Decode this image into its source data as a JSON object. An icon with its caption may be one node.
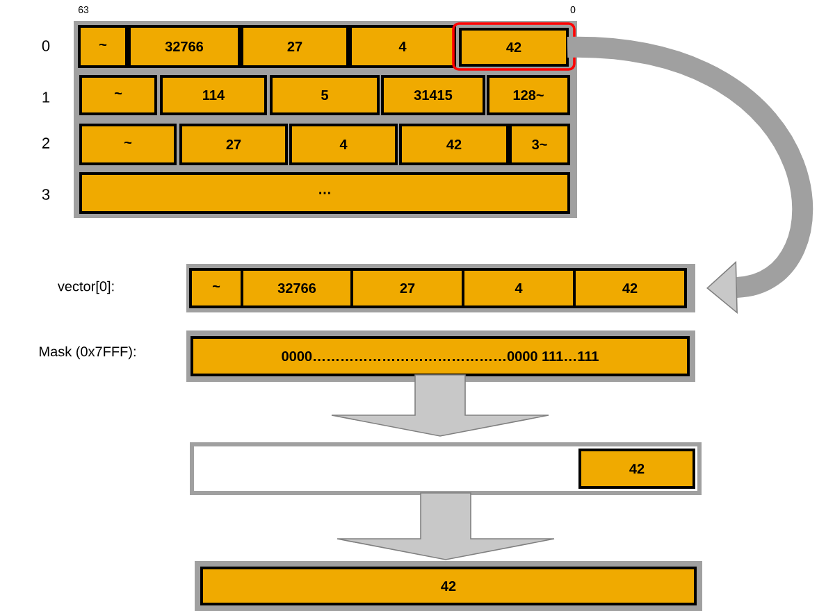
{
  "diagram": {
    "nodes": [
      {
        "text": [],
        "shape": "box"
      },
      {
        "text": [
          "~"
        ],
        "in": 0
      },
      {
        "text": [
          "32766"
        ],
        "in": 0
      },
      {
        "text": [
          "27"
        ],
        "in": 0
      },
      {
        "text": [
          "4"
        ],
        "in": 0
      },
      {
        "text": [
          "42"
        ],
        "in": 0
      },
      {
        "text": [
          "~"
        ],
        "in": 0
      },
      {
        "text": [
          "114"
        ],
        "in": 0
      },
      {
        "text": [
          "5"
        ],
        "in": 0
      },
      {
        "text": [
          "31415"
        ],
        "in": 0
      },
      {
        "text": [
          "128~"
        ],
        "in": 0
      },
      {
        "text": [
          "~"
        ],
        "in": 0
      },
      {
        "text": [
          "27"
        ],
        "in": 0
      },
      {
        "text": [
          "4"
        ],
        "in": 0
      },
      {
        "text": [
          "42"
        ],
        "in": 0
      },
      {
        "text": [
          "3~"
        ],
        "in": 0
      },
      {
        "text": [
          "…"
        ],
        "in": 0
      },
      {
        "text": [],
        "shape": "box"
      },
      {
        "text": [
          "~"
        ],
        "in": 17
      },
      {
        "text": [
          "32766"
        ],
        "in": 17
      },
      {
        "text": [
          "27"
        ],
        "in": 17
      },
      {
        "text": [
          "4"
        ],
        "in": 17
      },
      {
        "text": [
          "42"
        ],
        "in": 17
      },
      {
        "text": [
          "0000……………………………………0000 111…111"
        ]
      },
      {
        "text": [],
        "shape": "box"
      },
      {
        "text": [
          "42"
        ],
        "in": 24
      },
      {
        "text": [
          "42"
        ]
      }
    ],
    "edges": [
      {
        "from": 5,
        "to": 17,
        "arrow": "to"
      },
      {
        "from": 23,
        "to": 24,
        "arrow": "to"
      },
      {
        "from": 24,
        "to": 26,
        "arrow": "to"
      }
    ],
    "labels": [
      "63",
      "0",
      "0",
      "1",
      "2",
      "3",
      "vector[0]:",
      "Mask (0x7FFF):"
    ]
  }
}
